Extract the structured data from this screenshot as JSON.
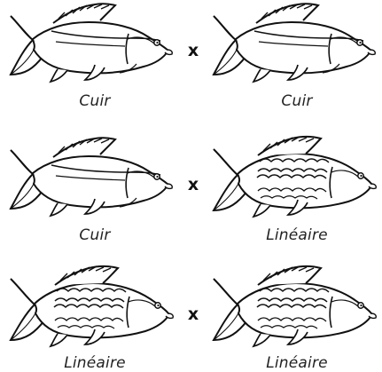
{
  "crosses": [
    {
      "symbol": "x"
    },
    {
      "symbol": "x"
    },
    {
      "symbol": "x"
    }
  ],
  "pairs": [
    {
      "left": {
        "label": "Cuir"
      },
      "right": {
        "label": "Cuir"
      }
    },
    {
      "left": {
        "label": "Cuir"
      },
      "right": {
        "label": "Linéaire"
      }
    },
    {
      "left": {
        "label": "Linéaire"
      },
      "right": {
        "label": "Linéaire"
      }
    }
  ]
}
